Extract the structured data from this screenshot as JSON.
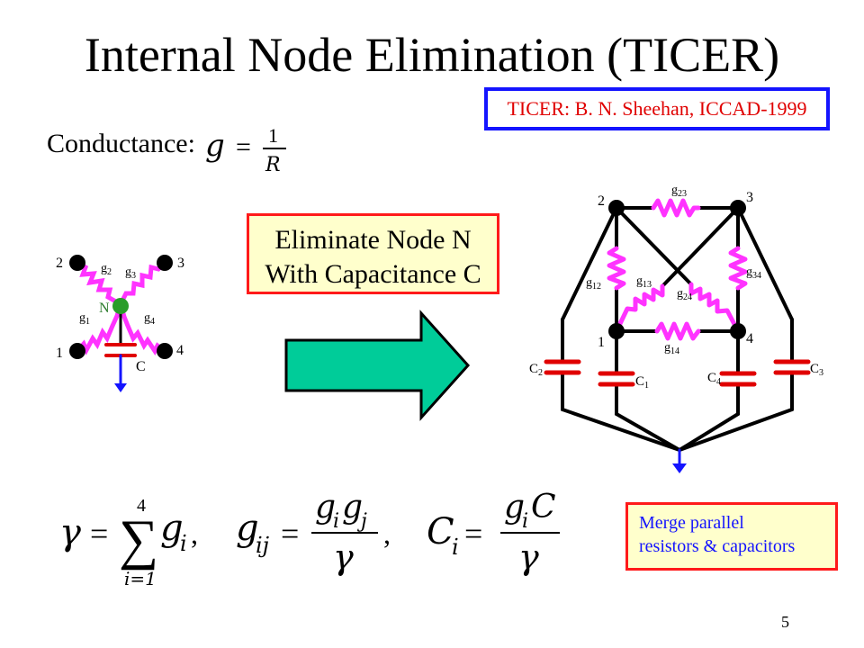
{
  "title": "Internal Node Elimination (TICER)",
  "reference": "TICER: B. N. Sheehan, ICCAD-1999",
  "conductance": {
    "label": "Conductance:",
    "lhs": "g",
    "eq": "=",
    "numerator": "1",
    "denominator": "R"
  },
  "eliminate_box": {
    "line1": "Eliminate Node N",
    "line2": "With Capacitance C"
  },
  "merge_box": {
    "line1": "Merge parallel",
    "line2": "resistors & capacitors"
  },
  "left_circuit": {
    "node_labels": [
      "1",
      "2",
      "3",
      "4"
    ],
    "center_label": "N",
    "capacitor_label": "C",
    "conductances": [
      {
        "base": "g",
        "sub": "1"
      },
      {
        "base": "g",
        "sub": "2"
      },
      {
        "base": "g",
        "sub": "3"
      },
      {
        "base": "g",
        "sub": "4"
      }
    ]
  },
  "right_circuit": {
    "node_labels": [
      "1",
      "2",
      "3",
      "4"
    ],
    "conductances": [
      {
        "base": "g",
        "sub": "23"
      },
      {
        "base": "g",
        "sub": "12"
      },
      {
        "base": "g",
        "sub": "13"
      },
      {
        "base": "g",
        "sub": "24"
      },
      {
        "base": "g",
        "sub": "34"
      },
      {
        "base": "g",
        "sub": "14"
      }
    ],
    "capacitors": [
      {
        "base": "C",
        "sub": "2"
      },
      {
        "base": "C",
        "sub": "1"
      },
      {
        "base": "C",
        "sub": "4"
      },
      {
        "base": "C",
        "sub": "3"
      }
    ]
  },
  "equations": {
    "gamma": "γ",
    "eq": "=",
    "sum_upper": "4",
    "sum_lower": "i=1",
    "sigma": "∑",
    "g": "g",
    "i": "i",
    "comma": ",",
    "gij_g": "g",
    "gij_sub": "ij",
    "gi_num": "g",
    "gi_i": "i",
    "gj_num": "g",
    "gj_j": "j",
    "ci_c": "C",
    "ci_sub": "i",
    "ci_num_g": "g",
    "ci_num_i": "i",
    "ci_num_c": "C"
  },
  "page_number": "5",
  "colors": {
    "reference_border": "#1414ff",
    "reference_text": "#e00000",
    "box_border": "#ff1a1a",
    "box_fill": "#ffffcc",
    "resistor": "#ff33ff",
    "capacitor": "#e00000",
    "ground": "#1414ff",
    "center_node": "#2a9d2a",
    "arrow_fill": "#00cc99",
    "merge_text": "#1414ff"
  },
  "icons": {
    "arrow": "right-arrow-icon",
    "ground": "ground-arrow-icon"
  }
}
